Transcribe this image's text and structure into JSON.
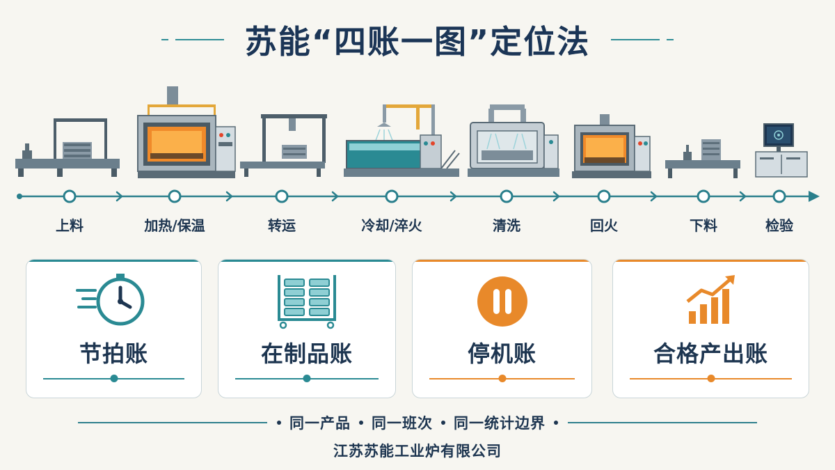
{
  "title": "苏能“四账一图”定位法",
  "process": {
    "stages": [
      {
        "label": "上料",
        "machine": "loading-station"
      },
      {
        "label": "加热/保温",
        "machine": "heating-furnace"
      },
      {
        "label": "转运",
        "machine": "transfer-gantry"
      },
      {
        "label": "冷却/淬火",
        "machine": "quench-tank"
      },
      {
        "label": "清洗",
        "machine": "washer"
      },
      {
        "label": "回火",
        "machine": "tempering-furnace"
      },
      {
        "label": "下料",
        "machine": "unloading-station"
      },
      {
        "label": "检验",
        "machine": "inspection-station"
      }
    ]
  },
  "cards": [
    {
      "label": "节拍账",
      "icon": "stopwatch-icon",
      "accent": "#2a8a93"
    },
    {
      "label": "在制品账",
      "icon": "wip-rack-icon",
      "accent": "#2a8a93"
    },
    {
      "label": "停机账",
      "icon": "pause-icon",
      "accent": "#e8892a"
    },
    {
      "label": "合格产出账",
      "icon": "growth-chart-icon",
      "accent": "#e8892a"
    }
  ],
  "footer": {
    "boundary_items": [
      "同一产品",
      "同一班次",
      "同一统计边界"
    ],
    "company": "江苏苏能工业炉有限公司"
  },
  "colors": {
    "navy": "#1b3556",
    "teal": "#2a8a93",
    "orange": "#e8892a",
    "background": "#f7f6f1"
  }
}
